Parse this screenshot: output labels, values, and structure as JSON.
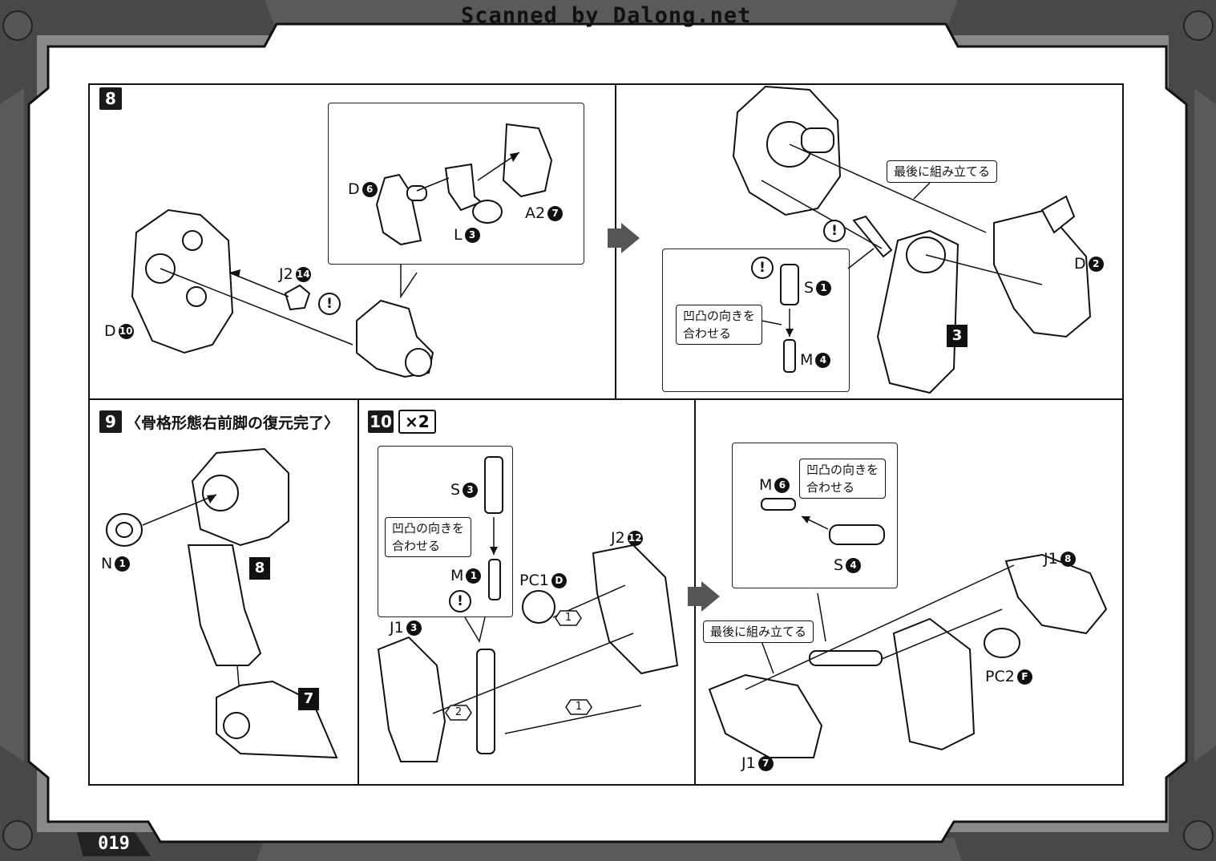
{
  "header": {
    "scan_credit": "Scanned by Dalong.net"
  },
  "page_number": "019",
  "steps": {
    "s8": {
      "badge": "8",
      "labels": {
        "d10": {
          "letter": "D",
          "num": "10"
        },
        "j2_14": {
          "letter": "J2",
          "num": "14"
        },
        "d6": {
          "letter": "D",
          "num": "6"
        },
        "l3": {
          "letter": "L",
          "num": "3"
        },
        "a2_7": {
          "letter": "A2",
          "num": "7"
        },
        "s1": {
          "letter": "S",
          "num": "1"
        },
        "m4": {
          "letter": "M",
          "num": "4"
        },
        "d2": {
          "letter": "D",
          "num": "2"
        }
      },
      "callout_last": "最後に組み立てる",
      "callout_align": "凹凸の向きを\n合わせる",
      "sub_badge": "3"
    },
    "s9": {
      "badge": "9",
      "title": "〈骨格形態右前脚の復元完了〉",
      "labels": {
        "n1": {
          "letter": "N",
          "num": "1"
        }
      },
      "sub_badges": [
        "8",
        "7"
      ]
    },
    "s10": {
      "badge": "10",
      "multiplier": "×2",
      "labels": {
        "s3": {
          "letter": "S",
          "num": "3"
        },
        "m1": {
          "letter": "M",
          "num": "1"
        },
        "pc1d": {
          "letter": "PC1",
          "num": "D"
        },
        "j2_12": {
          "letter": "J2",
          "num": "12"
        },
        "j1_3": {
          "letter": "J1",
          "num": "3"
        },
        "m6": {
          "letter": "M",
          "num": "6"
        },
        "s4": {
          "letter": "S",
          "num": "4"
        },
        "j1_8": {
          "letter": "J1",
          "num": "8"
        },
        "pc2f": {
          "letter": "PC2",
          "num": "F"
        },
        "j1_7": {
          "letter": "J1",
          "num": "7"
        }
      },
      "callout_align_a": "凹凸の向きを\n合わせる",
      "callout_align_b": "凹凸の向きを\n合わせる",
      "callout_last": "最後に組み立てる",
      "order_marks": [
        "1",
        "2",
        "1"
      ]
    }
  },
  "warning_symbol": "!"
}
